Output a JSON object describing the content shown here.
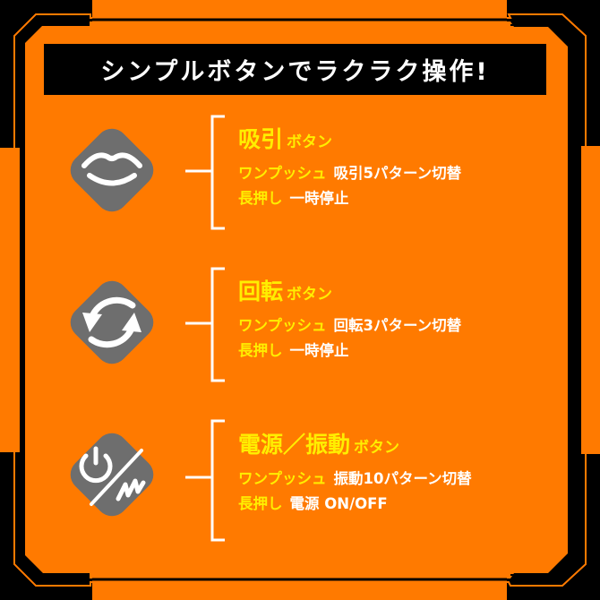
{
  "colors": {
    "orange": "#ff7a00",
    "black": "#000000",
    "gray_icon_bg": "#6e6e6e",
    "yellow_text": "#ffee00",
    "white_text": "#ffffff"
  },
  "header": {
    "title": "シンプルボタンでラクラク操作!"
  },
  "buttons": [
    {
      "icon": "lips-icon",
      "name": "吸引",
      "suffix": "ボタン",
      "rows": [
        {
          "label": "ワンプッシュ",
          "value": "吸引5パターン切替"
        },
        {
          "label": "長押し",
          "value": "一時停止"
        }
      ]
    },
    {
      "icon": "rotate-arrows-icon",
      "name": "回転",
      "suffix": "ボタン",
      "rows": [
        {
          "label": "ワンプッシュ",
          "value": "回転3パターン切替"
        },
        {
          "label": "長押し",
          "value": "一時停止"
        }
      ]
    },
    {
      "icon": "power-vibration-icon",
      "name": "電源／振動",
      "suffix": "ボタン",
      "rows": [
        {
          "label": "ワンプッシュ",
          "value": "振動10パターン切替"
        },
        {
          "label": "長押し",
          "value": "電源 ON/OFF"
        }
      ]
    }
  ]
}
